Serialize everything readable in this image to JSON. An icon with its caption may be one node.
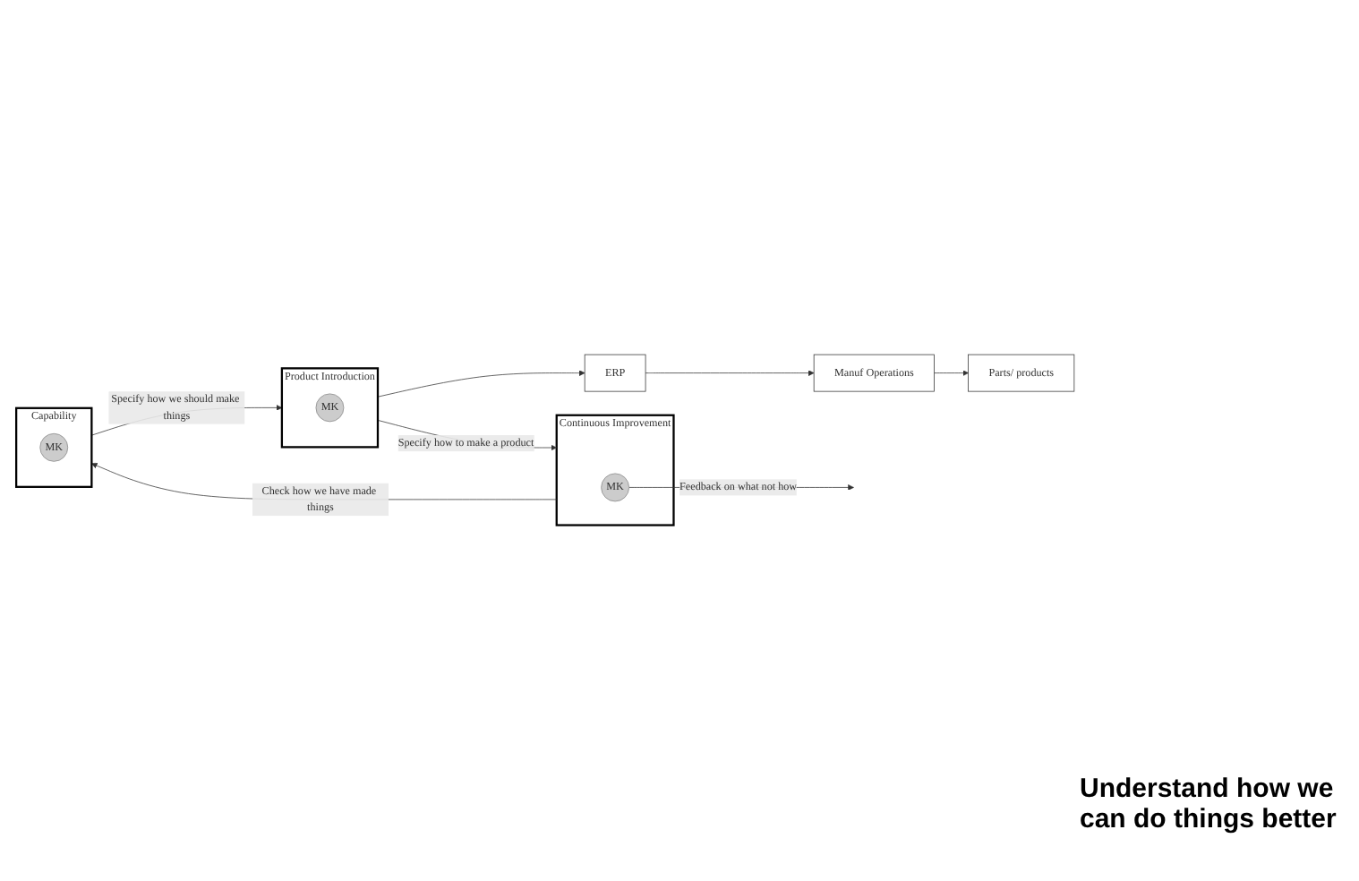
{
  "diagram": {
    "nodes": [
      {
        "text": [
          "ERP"
        ]
      },
      {
        "text": [
          "Manuf Operations"
        ]
      },
      {
        "text": [
          "Parts/ products"
        ]
      },
      {
        "text": [
          "Product Introduction"
        ]
      },
      {
        "text": [
          "MK"
        ],
        "in": 3
      },
      {
        "text": [
          "Continuous Improvement"
        ]
      },
      {
        "text": [
          "MK"
        ],
        "in": 5
      },
      {
        "text": [
          "Capability"
        ]
      },
      {
        "text": [
          "MK"
        ],
        "in": 7
      }
    ],
    "edges": [
      {
        "from": 0,
        "to": 1,
        "arrow": "to"
      },
      {
        "from": 1,
        "to": 2,
        "arrow": "to"
      },
      {
        "from": 3,
        "to": 5,
        "arrow": "to",
        "label": "Specify how to make a product"
      },
      {
        "from": 3,
        "to": 0,
        "arrow": "to"
      },
      {
        "from": 6,
        "to": null,
        "arrow": "to",
        "label": "Feedback on what not how"
      },
      {
        "from": 5,
        "to": 7,
        "arrow": "to",
        "label": "Check how we have made things"
      },
      {
        "from": 7,
        "to": 3,
        "arrow": "to",
        "label": "Specify how we should make things"
      }
    ],
    "labels": [
      "Understand how we can do things better"
    ]
  }
}
